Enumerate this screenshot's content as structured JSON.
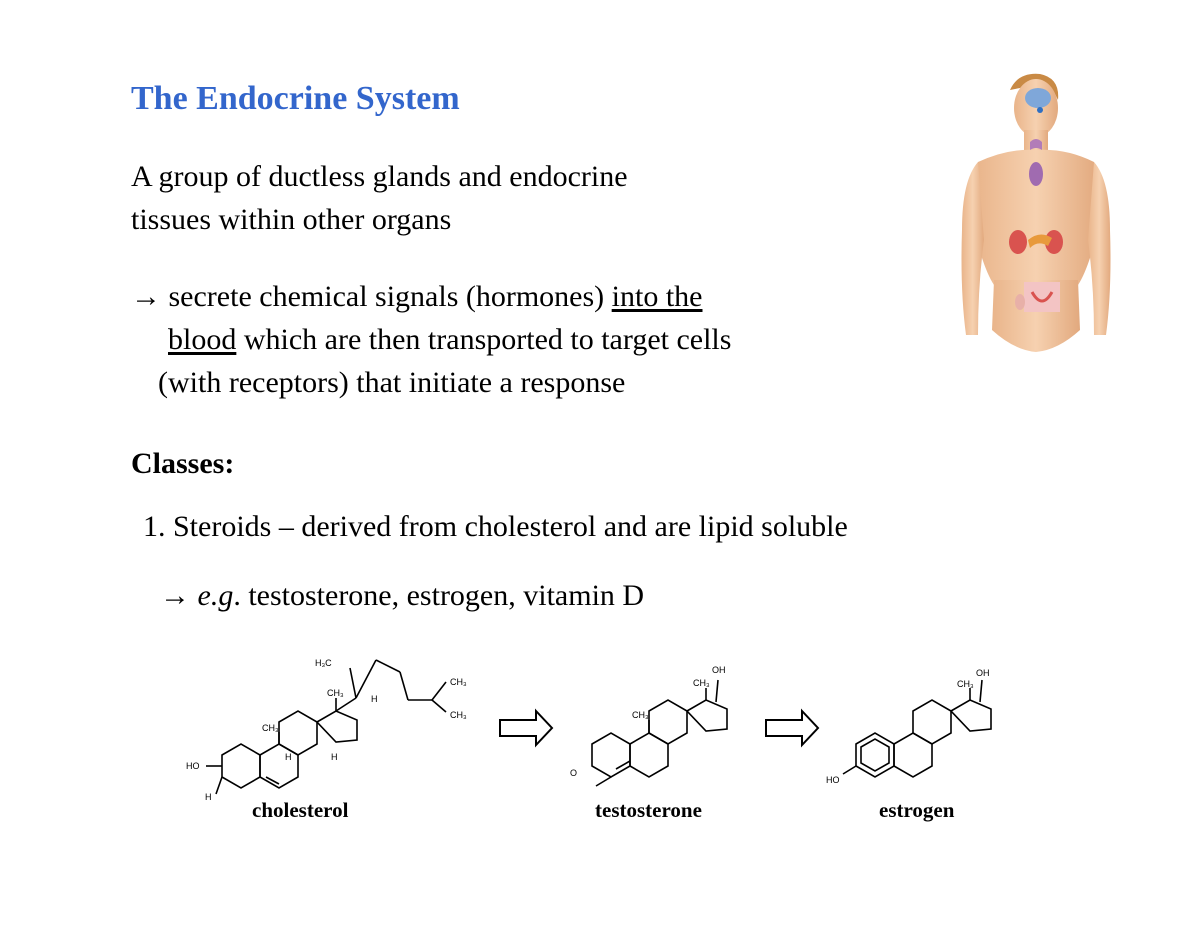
{
  "title": "The Endocrine System",
  "intro": {
    "line1": "A group of ductless glands and endocrine",
    "line2": "tissues within other organs"
  },
  "secretion": {
    "arrow": "→",
    "line1_a": " secrete chemical signals (hormones) ",
    "line1_u": "into the",
    "line2_u": "blood",
    "line2_b": " which are then transported to target cells",
    "line3": "(with receptors) that initiate a response"
  },
  "classes_heading": "Classes:",
  "class_item": "1. Steroids – derived from cholesterol and are lipid soluble",
  "example": {
    "arrow": "→",
    "eg": "e.g",
    "rest": ". testosterone, estrogen, vitamin D"
  },
  "molecules": {
    "cholesterol": "cholesterol",
    "testosterone": "testosterone",
    "estrogen": "estrogen"
  },
  "structure_labels": {
    "h3c": "H₃C",
    "ch3": "CH₃",
    "h": "H",
    "ho": "HO",
    "o": "O",
    "oh": "OH"
  },
  "colors": {
    "title": "#3366cc",
    "skin": "#f2c6a0"
  }
}
